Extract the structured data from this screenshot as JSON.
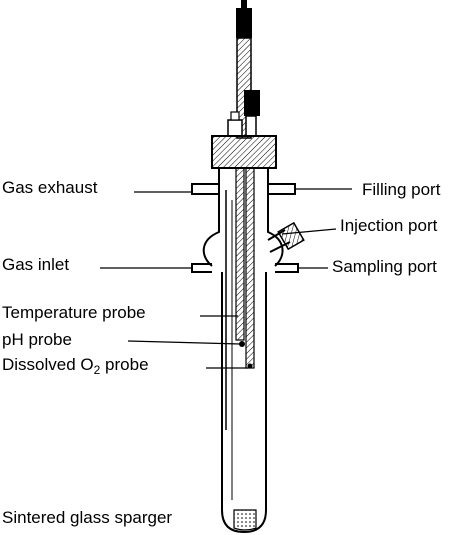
{
  "labels": {
    "gas_exhaust": "Gas exhaust",
    "gas_inlet": "Gas inlet",
    "temperature_probe": "Temperature probe",
    "ph_probe": "pH probe",
    "dissolved_o2_prefix": "Dissolved O",
    "dissolved_o2_sub": "2",
    "dissolved_o2_suffix": " probe",
    "sintered_glass_sparger": "Sintered glass sparger",
    "filling_port": "Filling port",
    "injection_port": "Injection port",
    "sampling_port": "Sampling port"
  }
}
